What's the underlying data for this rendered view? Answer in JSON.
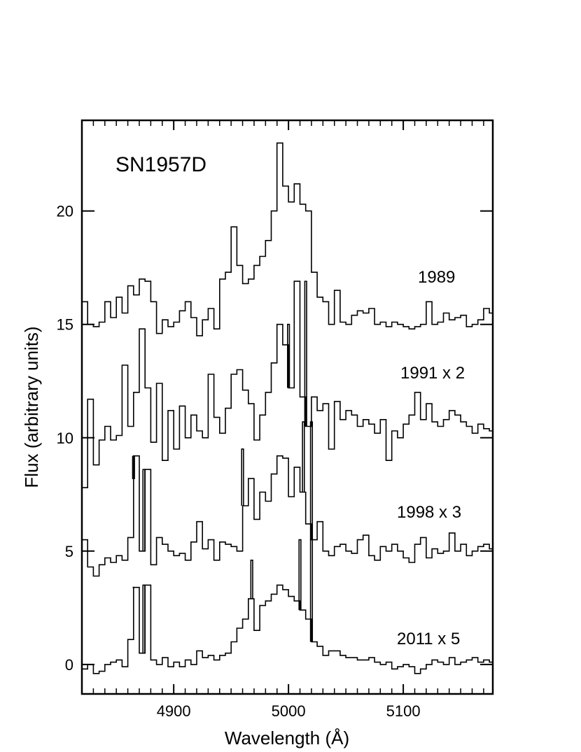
{
  "chart_data": {
    "type": "line",
    "title": "SN1957D",
    "xlabel": "Wavelength (Å)",
    "ylabel": "Flux (arbitrary units)",
    "xlim": [
      4820,
      5178
    ],
    "ylim": [
      -1.3,
      24
    ],
    "x_ticks": [
      4900,
      5000,
      5100
    ],
    "y_ticks": [
      0,
      5,
      10,
      15,
      20
    ],
    "grid": false,
    "line_style": "steps",
    "series": [
      {
        "name": "1989",
        "x": [
          4820,
          4825,
          4830,
          4835,
          4840,
          4845,
          4850,
          4855,
          4860,
          4865,
          4870,
          4875,
          4880,
          4885,
          4890,
          4895,
          4900,
          4905,
          4910,
          4915,
          4920,
          4925,
          4930,
          4935,
          4940,
          4945,
          4950,
          4955,
          4960,
          4965,
          4970,
          4975,
          4980,
          4985,
          4990,
          4995,
          5000,
          5005,
          5010,
          5015,
          5020,
          5025,
          5030,
          5035,
          5040,
          5045,
          5050,
          5055,
          5060,
          5065,
          5070,
          5075,
          5080,
          5085,
          5090,
          5095,
          5100,
          5105,
          5110,
          5115,
          5120,
          5125,
          5130,
          5135,
          5140,
          5145,
          5150,
          5155,
          5160,
          5165,
          5170,
          5175
        ],
        "values": [
          16.0,
          15.0,
          14.9,
          15.1,
          16.0,
          15.3,
          16.2,
          15.5,
          16.7,
          16.3,
          17.0,
          16.9,
          16.0,
          14.6,
          15.2,
          14.9,
          15.1,
          15.6,
          16.0,
          15.3,
          14.5,
          15.2,
          15.7,
          14.8,
          17.0,
          17.3,
          19.3,
          17.6,
          16.8,
          17.0,
          17.6,
          18.0,
          18.7,
          20.0,
          23.0,
          21.1,
          20.4,
          21.2,
          20.3,
          20.0,
          17.3,
          16.2,
          16.0,
          15.0,
          16.5,
          15.1,
          15.0,
          15.4,
          15.6,
          15.5,
          15.7,
          15.0,
          15.1,
          14.9,
          15.1,
          15.0,
          14.9,
          14.8,
          14.9,
          15.0,
          16.0,
          15.0,
          15.1,
          15.5,
          15.2,
          15.3,
          15.4,
          14.9,
          15.0,
          15.2,
          15.7,
          15.5
        ],
        "label": "1989"
      },
      {
        "name": "1991 x 2",
        "x": [
          4820,
          4825,
          4830,
          4835,
          4840,
          4845,
          4850,
          4855,
          4860,
          4865,
          4870,
          4875,
          4880,
          4885,
          4890,
          4895,
          4900,
          4905,
          4910,
          4915,
          4920,
          4925,
          4930,
          4935,
          4940,
          4945,
          4950,
          4955,
          4960,
          4965,
          4970,
          4975,
          4980,
          4985,
          4990,
          4995,
          5000,
          5005,
          5010,
          5015,
          5020,
          5025,
          5030,
          5035,
          5040,
          5045,
          5050,
          5055,
          5060,
          5065,
          5070,
          5075,
          5080,
          5085,
          5090,
          5095,
          5100,
          5105,
          5110,
          5115,
          5120,
          5125,
          5130,
          5135,
          5140,
          5145,
          5150,
          5155,
          5160,
          5165,
          5170,
          5175
        ],
        "values": [
          7.8,
          11.7,
          8.8,
          9.9,
          10.5,
          9.9,
          10.1,
          13.2,
          10.5,
          12.0,
          14.8,
          12.2,
          9.8,
          12.4,
          9.0,
          11.2,
          9.5,
          11.4,
          10.0,
          11.0,
          10.3,
          10.0,
          12.8,
          10.9,
          10.2,
          11.3,
          12.8,
          13.0,
          12.1,
          11.5,
          9.9,
          11.0,
          12.0,
          13.3,
          15.0,
          14.1,
          12.2,
          16.9,
          11.8,
          10.5,
          11.8,
          11.2,
          11.5,
          9.5,
          11.6,
          10.8,
          11.2,
          11.0,
          10.5,
          10.8,
          10.6,
          10.2,
          10.8,
          9.0,
          10.3,
          10.0,
          10.6,
          11.0,
          12.0,
          10.8,
          11.5,
          10.7,
          10.5,
          10.8,
          11.2,
          11.0,
          10.7,
          10.5,
          10.2,
          10.6,
          10.4,
          10.3
        ],
        "label": "1991 x 2"
      },
      {
        "name": "1998 x 3",
        "x": [
          4820,
          4825,
          4830,
          4835,
          4840,
          4845,
          4850,
          4855,
          4860,
          4865,
          4870,
          4875,
          4880,
          4885,
          4890,
          4895,
          4900,
          4905,
          4910,
          4915,
          4920,
          4925,
          4930,
          4935,
          4940,
          4945,
          4950,
          4955,
          4960,
          4965,
          4970,
          4975,
          4980,
          4985,
          4990,
          4995,
          5000,
          5005,
          5010,
          5015,
          5020,
          5025,
          5030,
          5035,
          5040,
          5045,
          5050,
          5055,
          5060,
          5065,
          5070,
          5075,
          5080,
          5085,
          5090,
          5095,
          5100,
          5105,
          5110,
          5115,
          5120,
          5125,
          5130,
          5135,
          5140,
          5145,
          5150,
          5155,
          5160,
          5165,
          5170,
          5175
        ],
        "values": [
          5.5,
          4.3,
          3.9,
          4.4,
          4.7,
          4.5,
          4.8,
          4.6,
          5.6,
          9.2,
          5.0,
          8.6,
          4.4,
          5.6,
          5.3,
          5.0,
          4.8,
          4.9,
          4.6,
          5.4,
          6.3,
          5.1,
          5.5,
          4.6,
          5.4,
          5.3,
          5.2,
          5.0,
          7.0,
          8.2,
          6.4,
          7.6,
          7.2,
          8.4,
          9.2,
          9.1,
          7.4,
          8.7,
          7.6,
          6.2,
          5.5,
          6.3,
          5.0,
          4.8,
          5.2,
          5.3,
          5.0,
          4.9,
          5.5,
          5.7,
          4.8,
          4.6,
          5.2,
          5.0,
          5.3,
          5.0,
          4.7,
          4.5,
          5.3,
          5.6,
          4.7,
          5.1,
          4.9,
          5.0,
          5.8,
          5.0,
          5.3,
          4.8,
          5.0,
          5.2,
          5.3,
          5.1
        ],
        "label": "1998 x 3"
      },
      {
        "name": "2011 x 5",
        "x": [
          4820,
          4825,
          4830,
          4835,
          4840,
          4845,
          4850,
          4855,
          4860,
          4865,
          4870,
          4875,
          4880,
          4885,
          4890,
          4895,
          4900,
          4905,
          4910,
          4915,
          4920,
          4925,
          4930,
          4935,
          4940,
          4945,
          4950,
          4955,
          4960,
          4965,
          4970,
          4975,
          4980,
          4985,
          4990,
          4995,
          5000,
          5005,
          5010,
          5015,
          5020,
          5025,
          5030,
          5035,
          5040,
          5045,
          5050,
          5055,
          5060,
          5065,
          5070,
          5075,
          5080,
          5085,
          5090,
          5095,
          5100,
          5105,
          5110,
          5115,
          5120,
          5125,
          5130,
          5135,
          5140,
          5145,
          5150,
          5155,
          5160,
          5165,
          5170,
          5175
        ],
        "values": [
          -0.2,
          0.0,
          -0.4,
          -0.3,
          0.0,
          0.1,
          0.2,
          -0.1,
          1.1,
          3.4,
          0.5,
          3.5,
          0.2,
          0.0,
          0.3,
          -0.1,
          0.1,
          -0.1,
          0.2,
          0.0,
          0.6,
          0.3,
          0.4,
          0.2,
          0.4,
          0.5,
          1.0,
          1.6,
          2.0,
          2.9,
          1.5,
          2.6,
          2.8,
          3.1,
          3.5,
          3.3,
          3.0,
          2.8,
          2.4,
          2.0,
          1.0,
          0.8,
          0.4,
          0.6,
          0.6,
          0.4,
          0.3,
          0.3,
          0.2,
          0.2,
          0.3,
          0.1,
          0.0,
          0.1,
          -0.2,
          -0.1,
          0.0,
          -0.1,
          -0.4,
          -0.2,
          0.0,
          0.2,
          0.1,
          0.0,
          0.3,
          0.0,
          0.1,
          0.2,
          0.3,
          0.1,
          0.2,
          0.1
        ],
        "label": "2011 x 5"
      }
    ],
    "peaks": [
      {
        "series": "2011 x 5",
        "x": 4865,
        "y": 3.4
      },
      {
        "series": "2011 x 5",
        "x": 4874,
        "y": 3.5
      },
      {
        "series": "2011 x 5",
        "x": 4968,
        "y": 4.6
      },
      {
        "series": "2011 x 5",
        "x": 5010,
        "y": 5.5
      },
      {
        "series": "2011 x 5",
        "x": 5020,
        "y": 5.5
      },
      {
        "series": "1998 x 3",
        "x": 4865,
        "y": 8.2
      },
      {
        "series": "1998 x 3",
        "x": 4874,
        "y": 8.6
      },
      {
        "series": "1998 x 3",
        "x": 4960,
        "y": 9.5
      },
      {
        "series": "1998 x 3",
        "x": 5013,
        "y": 10.7
      },
      {
        "series": "1998 x 3",
        "x": 5020,
        "y": 10.7
      },
      {
        "series": "1991 x 2",
        "x": 5000,
        "y": 15.0
      },
      {
        "series": "1991 x 2",
        "x": 5015,
        "y": 16.9
      }
    ]
  }
}
